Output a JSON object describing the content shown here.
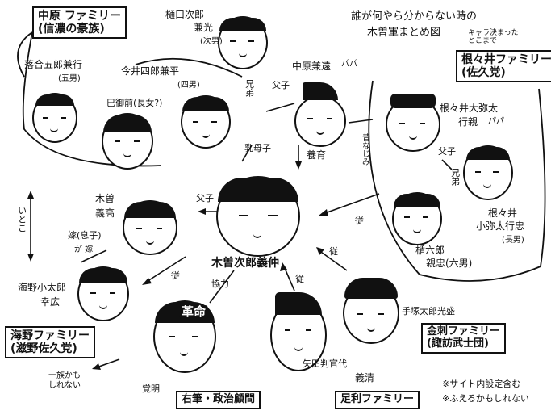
{
  "title": {
    "line1": "誰が何やら分からない時の",
    "line2": "木曽軍まとめ図",
    "note": "キャラ決まった\nとこまで"
  },
  "groups": {
    "nakahara": {
      "line1": "中原 ファミリー",
      "line2": "(信濃の豪族)"
    },
    "nenoi": {
      "line1": "根々井ファミリー",
      "line2": "(佐久党)"
    },
    "unno": {
      "line1": "海野ファミリー",
      "line2": "(滋野佐久党)"
    },
    "kanasashi": {
      "line1": "金刺ファミリー",
      "line2": "(諏訪武士団)"
    },
    "ashikaga": {
      "line1": "足利ファミリー"
    },
    "kakumei": {
      "line1": "右筆・政治顧問"
    }
  },
  "people": {
    "higuchi": {
      "line1": "樋口次郎",
      "line2": "兼光",
      "line3": "(次男)"
    },
    "ochiai": {
      "line1": "落合五郎兼行",
      "line2": "(五男)"
    },
    "imai": {
      "line1": "今井四郎兼平",
      "line2": "(四男)"
    },
    "tomoe": {
      "line1": "巴御前(長女?)"
    },
    "kaneto": {
      "line1": "中原兼遠",
      "line2": "パパ"
    },
    "nenoi_oyata": {
      "line1": "根々井大弥太",
      "line2": "行親",
      "line3": "パパ"
    },
    "nenoi_koyata": {
      "line1": "根々井",
      "line2": "小弥太行忠",
      "line3": "(長男)"
    },
    "tate": {
      "line1": "楯六郎",
      "line2": "親忠(六男)"
    },
    "yoshitaka": {
      "line1": "木曽",
      "line2": "義高"
    },
    "yoshinaka": {
      "line1": "木曽次郎義仲"
    },
    "unno_kotaro": {
      "line1": "海野小太郎",
      "line2": "幸広"
    },
    "tezuka": {
      "line1": "手塚太郎光盛"
    },
    "yada": {
      "line1": "矢田判官代",
      "line2": "義清"
    },
    "kakumei_name": {
      "line1": "覚明"
    }
  },
  "relations": {
    "kyoudai": "兄弟",
    "fushi1": "父子",
    "nyuboshi": "乳母子",
    "youiku": "養育",
    "mukashinajimi": "昔なじみ",
    "fushi2": "父子",
    "kyoudai2": "兄弟",
    "fushi3": "父子",
    "juu1": "従",
    "juu2": "従",
    "juu3": "従",
    "juu4": "従",
    "kyouryoku": "協力",
    "itoko": "いとこ",
    "yome": "嫁(息子)",
    "ga_kyuu": "が 嫁",
    "ichizoku": "一族かも\nしれない"
  },
  "kakumei_band": "革命",
  "footnote": {
    "line1": "※サイト内設定含む",
    "line2": "※ふえるかもしれない"
  }
}
